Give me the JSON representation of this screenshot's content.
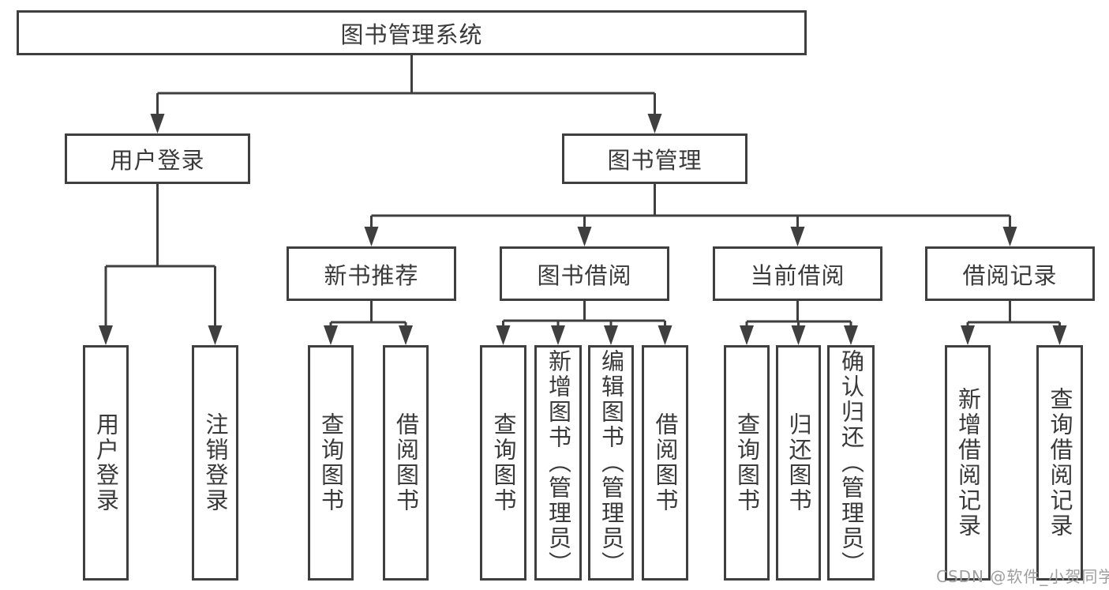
{
  "tree": {
    "root": {
      "label": "图书管理系统"
    },
    "branches": [
      {
        "label": "用户登录",
        "leaves": [
          {
            "label": "用户登录"
          },
          {
            "label": "注销登录"
          }
        ]
      },
      {
        "label": "图书管理",
        "sections": [
          {
            "label": "新书推荐",
            "leaves": [
              {
                "label": "查询图书"
              },
              {
                "label": "借阅图书"
              }
            ]
          },
          {
            "label": "图书借阅",
            "leaves": [
              {
                "label": "查询图书"
              },
              {
                "label": "新增图书（管理员）"
              },
              {
                "label": "编辑图书（管理员）"
              },
              {
                "label": "借阅图书"
              }
            ]
          },
          {
            "label": "当前借阅",
            "leaves": [
              {
                "label": "查询图书"
              },
              {
                "label": "归还图书"
              },
              {
                "label": "确认归还（管理员）"
              }
            ]
          },
          {
            "label": "借阅记录",
            "leaves": [
              {
                "label": "新增借阅记录"
              },
              {
                "label": "查询借阅记录"
              }
            ]
          }
        ]
      }
    ]
  },
  "watermark": "CSDN @软件_小贺同学",
  "colors": {
    "line": "#3f3f3f",
    "text": "#3a3a3a",
    "watermark": "#9e9e9e",
    "box_fill": "#ffffff",
    "background": "#ffffff"
  }
}
